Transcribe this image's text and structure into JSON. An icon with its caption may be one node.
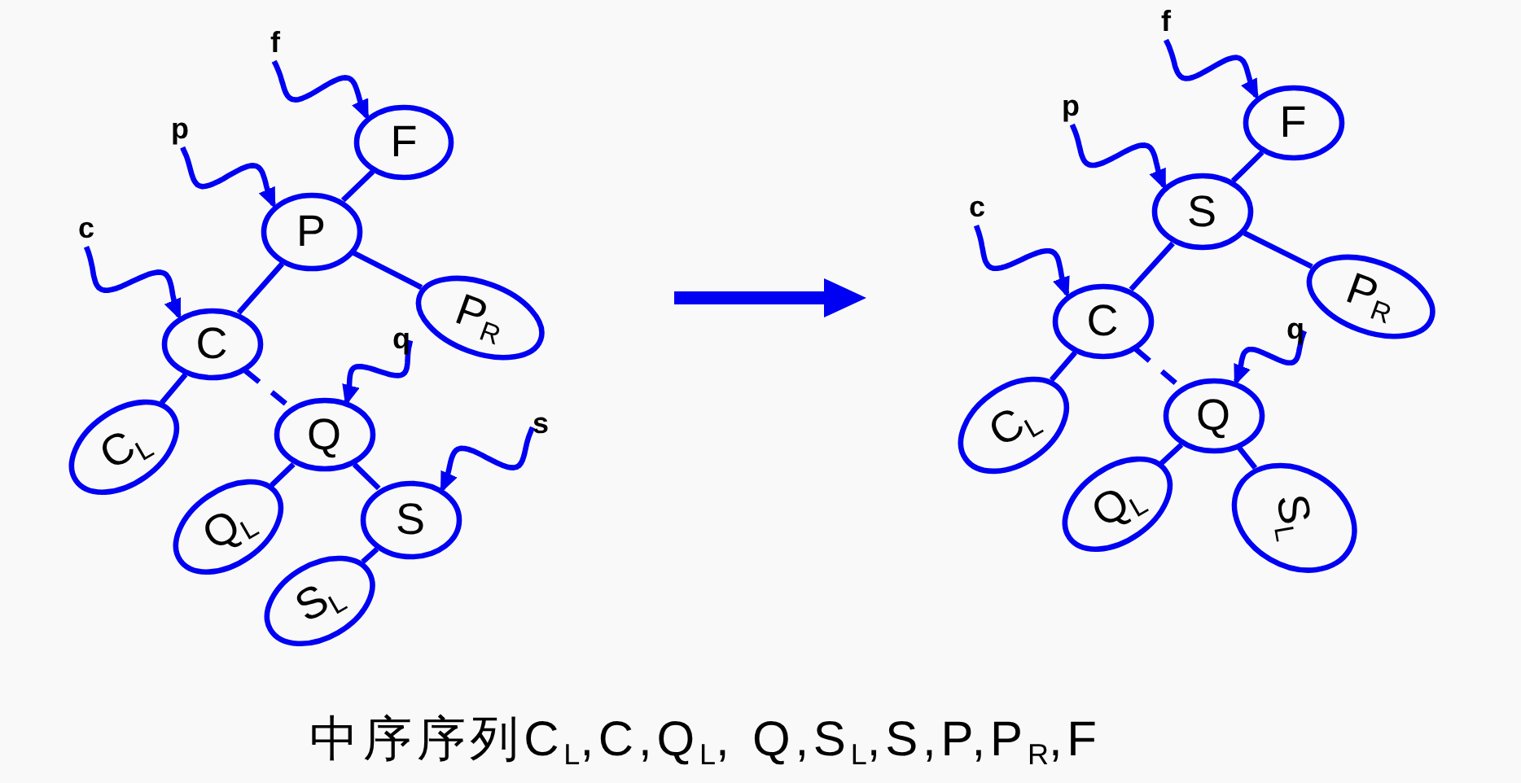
{
  "diagram": {
    "nodes": [
      {
        "text": [
          "f"
        ]
      },
      {
        "text": [
          "F"
        ]
      },
      {
        "text": [
          "p"
        ]
      },
      {
        "text": [
          "P"
        ]
      },
      {
        "text": [
          "c"
        ]
      },
      {
        "text": [
          "C"
        ]
      },
      {
        "text": [
          "q"
        ]
      },
      {
        "text": [
          "P$_{R}$"
        ]
      },
      {
        "text": [
          "C$_{L}$"
        ]
      },
      {
        "text": [
          "Q"
        ]
      },
      {
        "text": [
          "s"
        ]
      },
      {
        "text": [
          "Q$_{L}$"
        ]
      },
      {
        "text": [
          "S"
        ]
      },
      {
        "text": [
          "S$_{L}$"
        ]
      },
      {
        "text": [
          "f"
        ]
      },
      {
        "text": [
          "F"
        ]
      },
      {
        "text": [
          "p"
        ]
      },
      {
        "text": [
          "S"
        ]
      },
      {
        "text": [
          "c"
        ]
      },
      {
        "text": [
          "C"
        ]
      },
      {
        "text": [
          "q"
        ]
      },
      {
        "text": [
          "P$_{R}$"
        ]
      },
      {
        "text": [
          "C$_{L}$"
        ]
      },
      {
        "text": [
          "Q"
        ]
      },
      {
        "text": [
          "Q$_{L}$"
        ]
      },
      {
        "text": [
          "S$_{L}$"
        ]
      }
    ],
    "edges": [
      {
        "from": 0,
        "to": 1,
        "arrow": "to"
      },
      {
        "from": 2,
        "to": 3,
        "arrow": "to"
      },
      {
        "from": 4,
        "to": 5,
        "arrow": "to"
      },
      {
        "from": 6,
        "to": 9,
        "arrow": "to"
      },
      {
        "from": 10,
        "to": 12,
        "arrow": "to"
      },
      {
        "from": 1,
        "to": 3,
        "arrow": "none"
      },
      {
        "from": 3,
        "to": 5,
        "arrow": "none"
      },
      {
        "from": 3,
        "to": 7,
        "arrow": "none"
      },
      {
        "from": 5,
        "to": 8,
        "arrow": "none"
      },
      {
        "from": 5,
        "to": 9,
        "arrow": "none",
        "style": "dashed"
      },
      {
        "from": 9,
        "to": 11,
        "arrow": "none"
      },
      {
        "from": 9,
        "to": 12,
        "arrow": "none"
      },
      {
        "from": 12,
        "to": 13,
        "arrow": "none"
      },
      {
        "from": 14,
        "to": 15,
        "arrow": "to"
      },
      {
        "from": 16,
        "to": 17,
        "arrow": "to"
      },
      {
        "from": 18,
        "to": 19,
        "arrow": "to"
      },
      {
        "from": 20,
        "to": 23,
        "arrow": "to"
      },
      {
        "from": 15,
        "to": 17,
        "arrow": "none"
      },
      {
        "from": 17,
        "to": 19,
        "arrow": "none"
      },
      {
        "from": 17,
        "to": 21,
        "arrow": "none"
      },
      {
        "from": 19,
        "to": 22,
        "arrow": "none"
      },
      {
        "from": 19,
        "to": 23,
        "arrow": "none",
        "style": "dashed"
      },
      {
        "from": 23,
        "to": 24,
        "arrow": "none"
      },
      {
        "from": 23,
        "to": 25,
        "arrow": "none"
      }
    ],
    "caption": "中序序列C$_{L}$,C,Q$_{L}$, Q,S$_{L}$,S,P,P$_{R}$,F"
  }
}
